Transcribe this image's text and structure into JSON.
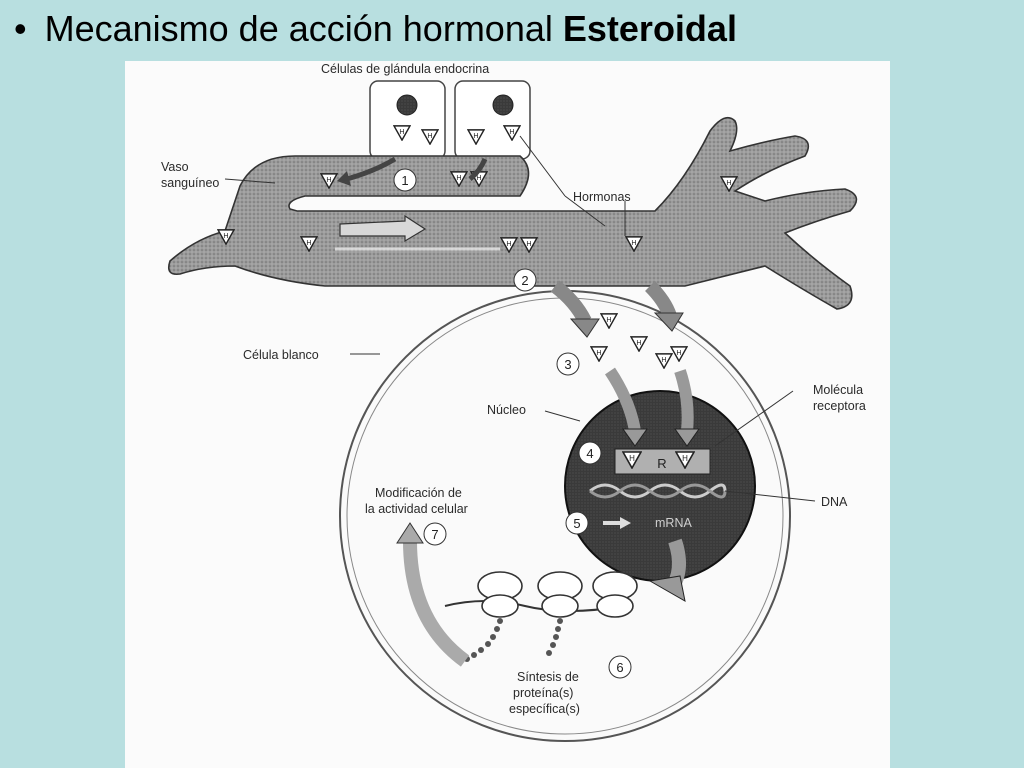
{
  "title": {
    "bullet": "•",
    "text": "Mecanismo de acción hormonal",
    "bold": "Esteroidal"
  },
  "diagram": {
    "glandula": "Células de glándula endocrina",
    "vaso_line1": "Vaso",
    "vaso_line2": "sanguíneo",
    "hormonas": "Hormonas",
    "celula_blanco": "Célula blanco",
    "nucleo": "Núcleo",
    "receptora_line1": "Molécula",
    "receptora_line2": "receptora",
    "dna": "DNA",
    "modificacion_line1": "Modificación de",
    "modificacion_line2": "la actividad celular",
    "sintesis_line1": "Síntesis de",
    "sintesis_line2": "proteína(s)",
    "sintesis_line3": "específica(s)",
    "mrna": "mRNA",
    "receptor_letter": "R",
    "hormone_letter": "H",
    "steps": [
      "1",
      "2",
      "3",
      "4",
      "5",
      "6",
      "7"
    ]
  }
}
